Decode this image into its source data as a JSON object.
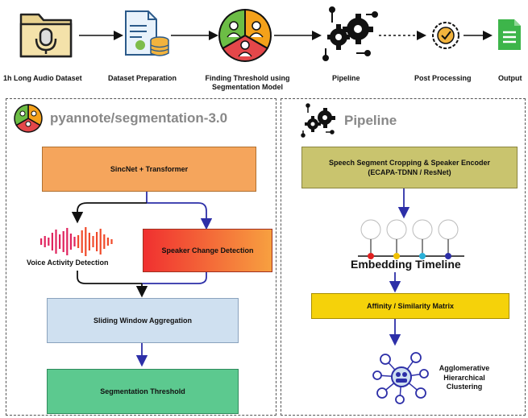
{
  "flow": {
    "step1": "1h Long Audio Dataset",
    "step2": "Dataset Preparation",
    "step3a": "Finding Threshold  using",
    "step3b": "Segmentation Model",
    "step4": "Pipeline",
    "step5": "Post Processing",
    "step6": "Output"
  },
  "left_panel": {
    "title": "pyannote/segmentation-3.0",
    "sincnet": "SincNet + Transformer",
    "vad": "Voice Activity Detection",
    "scd": "Speaker Change Detection",
    "sliding": "Sliding Window Aggregation",
    "threshold": "Segmentation Threshold"
  },
  "right_panel": {
    "title": "Pipeline",
    "encoder_line1": "Speech Segment Cropping & Speaker Encoder",
    "encoder_line2": "(ECAPA-TDNN / ResNet)",
    "embedding": "Embedding Timeline",
    "affinity": "Affinity / Similarity Matrix",
    "cluster_line1": "Agglomerative",
    "cluster_line2": "Hierarchical",
    "cluster_line3": "Clustering"
  },
  "colors": {
    "sincnet": "#f5a55c",
    "scd_start": "#f03030",
    "scd_end": "#f7a040",
    "sliding": "#cfe0f0",
    "threshold": "#5cc98f",
    "encoder": "#c9c46e",
    "affinity": "#f5d20a",
    "arrow_blue": "#2d2fa8"
  }
}
